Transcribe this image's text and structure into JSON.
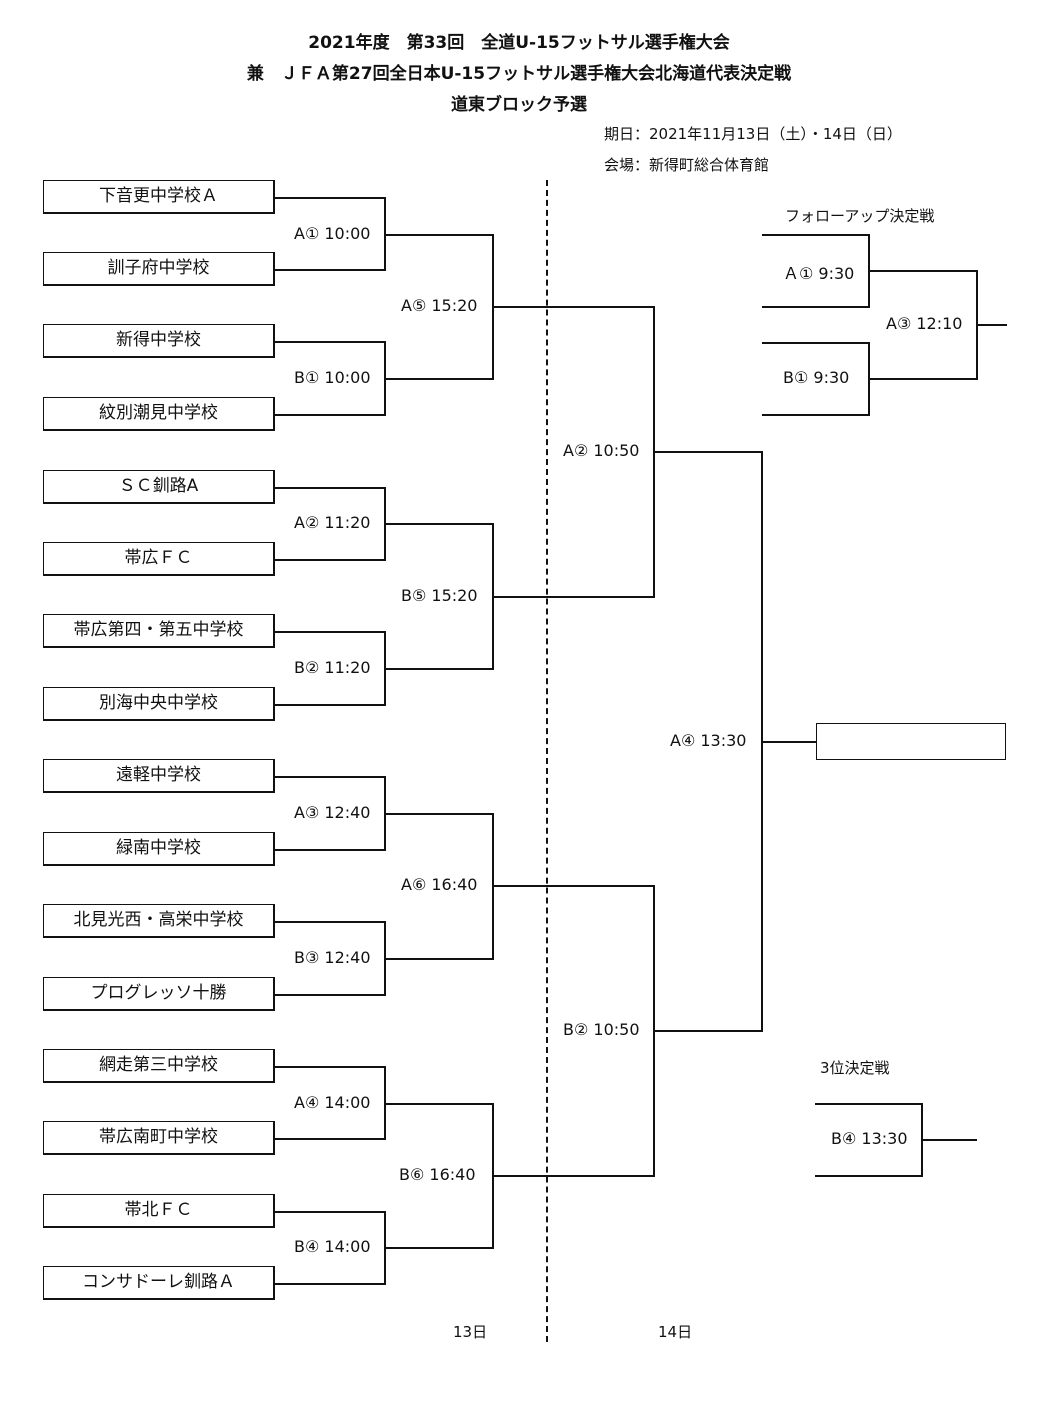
{
  "title": {
    "line1": "2021年度　第33回　全道U-15フットサル選手権大会",
    "line2": "兼　ＪＦＡ第27回全日本U-15フットサル選手権大会北海道代表決定戦",
    "line3": "道東ブロック予選"
  },
  "meta": {
    "date": "期日：2021年11月13日（土）・14日（日）",
    "venue": "会場：新得町総合体育館"
  },
  "teams": [
    "下音更中学校Ａ",
    "訓子府中学校",
    "新得中学校",
    "紋別潮見中学校",
    "ＳＣ釧路A",
    "帯広ＦＣ",
    "帯広第四・第五中学校",
    "別海中央中学校",
    "遠軽中学校",
    "緑南中学校",
    "北見光西・高栄中学校",
    "プログレッソ十勝",
    "網走第三中学校",
    "帯広南町中学校",
    "帯北ＦＣ",
    "コンサドーレ釧路Ａ"
  ],
  "round1": [
    "A① 10:00",
    "B① 10:00",
    "A② 11:20",
    "B② 11:20",
    "A③ 12:40",
    "B③ 12:40",
    "A④ 14:00",
    "B④ 14:00"
  ],
  "round2": [
    "A⑤ 15:20",
    "B⑤ 15:20",
    "A⑥ 16:40",
    "B⑥ 16:40"
  ],
  "semis": [
    "A② 10:50",
    "B② 10:50"
  ],
  "final": "A④ 13:30",
  "followup": {
    "title": "フォローアップ決定戦",
    "m1": "Ａ① 9:30",
    "m2": "B① 9:30",
    "m3": "A③ 12:10"
  },
  "third": {
    "title": "3位決定戦",
    "match": "B④ 13:30"
  },
  "days": {
    "day1": "13日",
    "day2": "14日"
  }
}
